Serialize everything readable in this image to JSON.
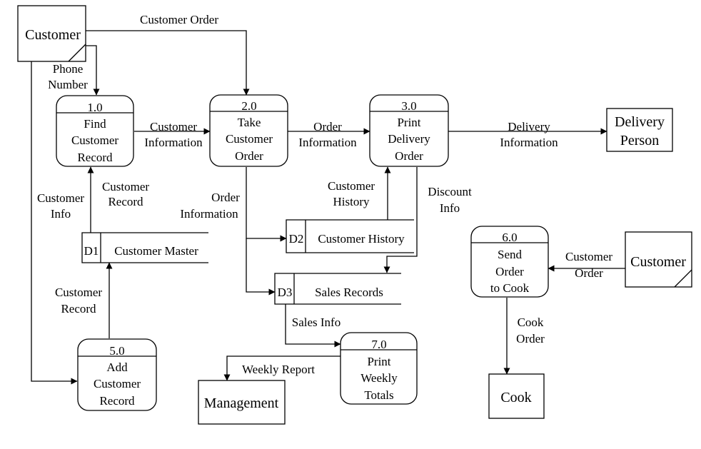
{
  "entities": {
    "customer_left": "Customer",
    "customer_right": "Customer",
    "delivery_person": [
      "Delivery",
      "Person"
    ],
    "management": "Management",
    "cook": "Cook"
  },
  "processes": {
    "p1": {
      "id": "1.0",
      "lines": [
        "Find",
        "Customer",
        "Record"
      ]
    },
    "p2": {
      "id": "2.0",
      "lines": [
        "Take",
        "Customer",
        "Order"
      ]
    },
    "p3": {
      "id": "3.0",
      "lines": [
        "Print",
        "Delivery",
        "Order"
      ]
    },
    "p5": {
      "id": "5.0",
      "lines": [
        "Add",
        "Customer",
        "Record"
      ]
    },
    "p6": {
      "id": "6.0",
      "lines": [
        "Send",
        "Order",
        "to Cook"
      ]
    },
    "p7": {
      "id": "7.0",
      "lines": [
        "Print",
        "Weekly",
        "Totals"
      ]
    }
  },
  "stores": {
    "d1": {
      "id": "D1",
      "name": "Customer Master"
    },
    "d2": {
      "id": "D2",
      "name": "Customer History"
    },
    "d3": {
      "id": "D3",
      "name": "Sales Records"
    }
  },
  "flows": {
    "customer_order_top": "Customer Order",
    "phone_number": [
      "Phone",
      "Number"
    ],
    "customer_information": [
      "Customer",
      "Information"
    ],
    "order_information_right": [
      "Order",
      "Information"
    ],
    "delivery_information": [
      "Delivery",
      "Information"
    ],
    "customer_info": [
      "Customer",
      "Info"
    ],
    "customer_record_up": [
      "Customer",
      "Record"
    ],
    "order_information_down": [
      "Order",
      "Information"
    ],
    "customer_history": [
      "Customer",
      "History"
    ],
    "discount_info": [
      "Discount",
      "Info"
    ],
    "customer_order_right": [
      "Customer",
      "Order"
    ],
    "customer_record_5": [
      "Customer",
      "Record"
    ],
    "sales_info": "Sales Info",
    "weekly_report": "Weekly Report",
    "cook_order": [
      "Cook",
      "Order"
    ]
  }
}
